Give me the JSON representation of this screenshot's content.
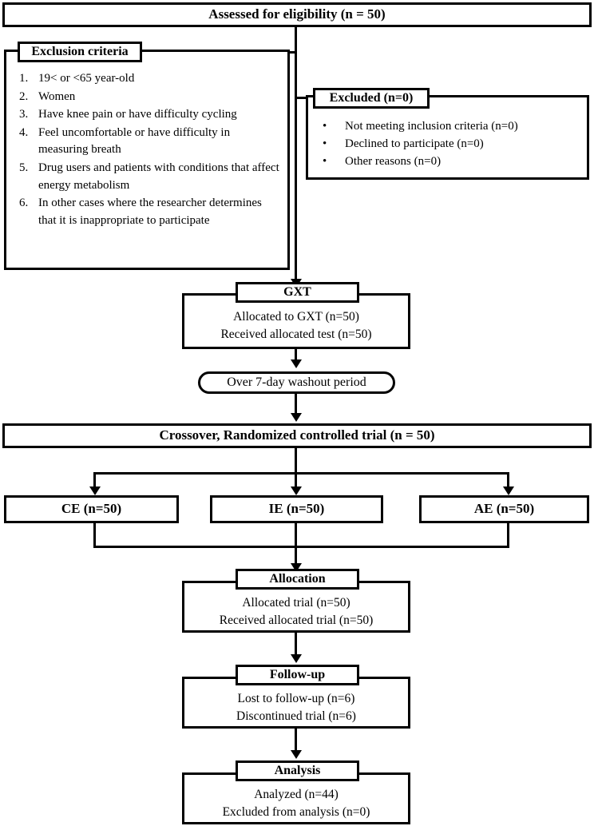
{
  "diagram": {
    "type": "consort-flow-diagram",
    "title": "Assessed for eligibility (n = 50)"
  },
  "enrollment": {
    "assessed_label": "Assessed for eligibility (n = 50)"
  },
  "exclusion_criteria": {
    "header": "Exclusion criteria",
    "items": [
      {
        "num": "1.",
        "text": "19< or <65 year-old"
      },
      {
        "num": "2.",
        "text": "Women"
      },
      {
        "num": "3.",
        "text": "Have knee pain or have difficulty cycling"
      },
      {
        "num": "4.",
        "text": "Feel uncomfortable or have difficulty in measuring breath"
      },
      {
        "num": "5.",
        "text": "Drug users and patients with conditions that affect energy metabolism"
      },
      {
        "num": "6.",
        "text": "In other cases where the researcher determines that it is inappropriate to participate"
      }
    ]
  },
  "excluded": {
    "header": "Excluded (n=0)",
    "bullet": "•",
    "items": [
      "Not meeting inclusion criteria (n=0)",
      "Declined to participate (n=0)",
      "Other reasons (n=0)"
    ]
  },
  "gxt": {
    "header": "GXT",
    "lines": [
      "Allocated to GXT (n=50)",
      "Received allocated test (n=50)"
    ]
  },
  "washout": {
    "label": "Over 7-day washout period"
  },
  "crossover": {
    "label": "Crossover, Randomized controlled trial (n = 50)"
  },
  "arms": [
    {
      "label": "CE (n=50)",
      "name": "ce"
    },
    {
      "label": "IE (n=50)",
      "name": "ie"
    },
    {
      "label": "AE (n=50)",
      "name": "ae"
    }
  ],
  "allocation": {
    "header": "Allocation",
    "lines": [
      "Allocated trial (n=50)",
      "Received allocated trial (n=50)"
    ]
  },
  "followup": {
    "header": "Follow-up",
    "lines": [
      "Lost to follow-up (n=6)",
      "Discontinued trial (n=6)"
    ]
  },
  "analysis": {
    "header": "Analysis",
    "lines": [
      "Analyzed (n=44)",
      "Excluded from analysis (n=0)"
    ]
  },
  "colors": {
    "stroke": "#000000",
    "background": "#ffffff"
  }
}
